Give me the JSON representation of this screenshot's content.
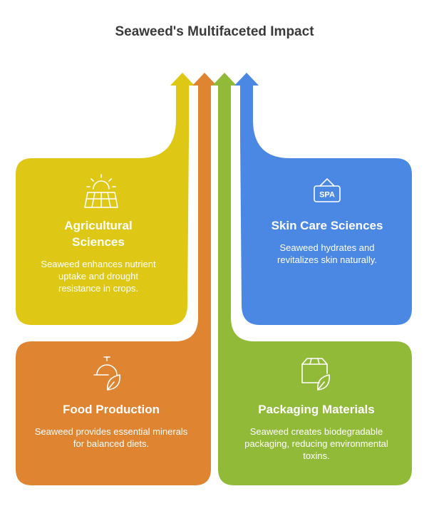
{
  "title": "Seaweed's Multifaceted Impact",
  "colors": {
    "agri": "#dfc716",
    "food": "#df8431",
    "pack": "#91ba38",
    "skin": "#4b88e4"
  },
  "icons": {
    "agri": "sun-over-field-icon",
    "skin": "spa-sign-icon",
    "food": "plate-with-leaf-icon",
    "pack": "box-with-leaf-icon"
  },
  "cards": {
    "agri": {
      "title": "Agricultural Sciences",
      "desc": "Seaweed enhances nutrient uptake and drought resistance in crops."
    },
    "skin": {
      "title": "Skin Care Sciences",
      "desc": "Seaweed hydrates and revitalizes skin naturally.",
      "icon_text": "SPA"
    },
    "food": {
      "title": "Food Production",
      "desc": "Seaweed provides essential minerals for balanced diets."
    },
    "pack": {
      "title": "Packaging Materials",
      "desc": "Seaweed creates biodegradable packaging, reducing environmental toxins."
    }
  }
}
